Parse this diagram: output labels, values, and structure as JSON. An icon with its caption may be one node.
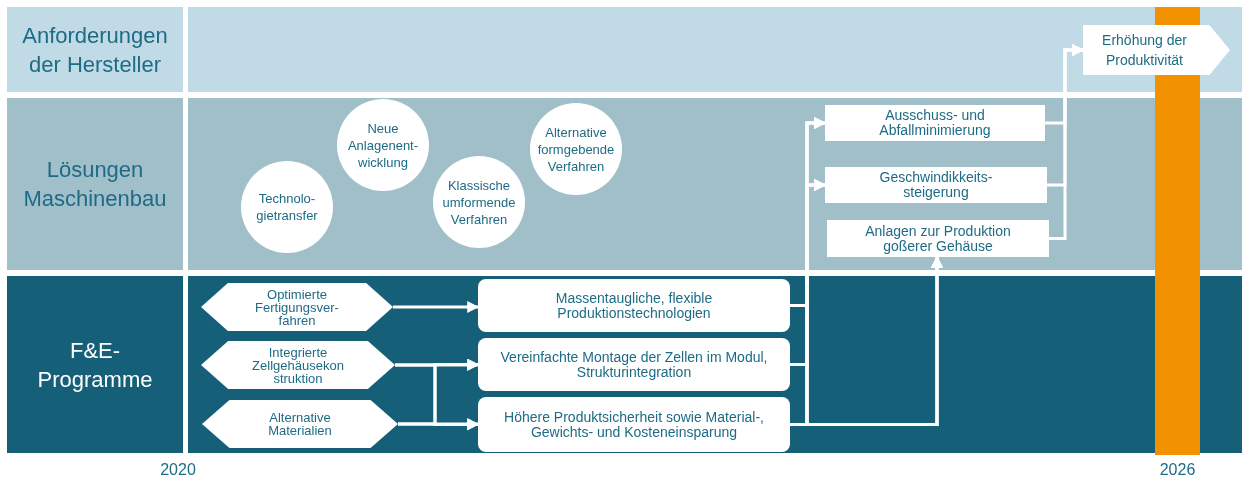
{
  "diagram": {
    "nodes": [
      {
        "text": [
          "Anforderungen der Hersteller"
        ]
      },
      {
        "text": [
          "Erhöhung der Produktivität"
        ],
        "in": 0
      },
      {
        "text": [
          "Lösungen Maschinenbau"
        ]
      },
      {
        "text": [
          "Technolo- gietransfer"
        ],
        "in": 2
      },
      {
        "text": [
          "Neue Anlagenent- wicklung"
        ],
        "in": 2
      },
      {
        "text": [
          "Klassische umformende Verfahren"
        ],
        "in": 2
      },
      {
        "text": [
          "Alternative formgebende Verfahren"
        ],
        "in": 2
      },
      {
        "text": [
          "Ausschuss- und Abfallminimierung"
        ],
        "in": 2
      },
      {
        "text": [
          "Geschwindikkeits- steigerung"
        ],
        "in": 2
      },
      {
        "text": [
          "Anlagen zur Produktion goßerer Gehäuse"
        ],
        "in": 2
      },
      {
        "text": [
          "F&E- Programme"
        ]
      },
      {
        "text": [
          "Optimierte Fertigungsver- fahren"
        ],
        "in": 10
      },
      {
        "text": [
          "Integrierte Zellgehäusekon struktion"
        ],
        "in": 10
      },
      {
        "text": [
          "Alternative Materialien"
        ],
        "in": 10
      },
      {
        "text": [
          "Massentaugliche, flexible Produktionstechnologien"
        ],
        "in": 10
      },
      {
        "text": [
          "Vereinfachte Montage der Zellen im Modul, Strukturintegration"
        ],
        "in": 10
      },
      {
        "text": [
          "Höhere Produktsicherheit sowie Material-, Gewichts- und Kosteneinsparung"
        ],
        "in": 10
      },
      {
        "text": [],
        "shape": "bar",
        "beside": [
          "2026"
        ]
      }
    ],
    "edges": [
      {
        "from": 11,
        "to": 14,
        "arrow": "to"
      },
      {
        "from": 12,
        "to": 15,
        "arrow": "to"
      },
      {
        "from": 12,
        "to": 16,
        "arrow": "to"
      },
      {
        "from": 13,
        "to": 15,
        "arrow": "to"
      },
      {
        "from": 13,
        "to": 16,
        "arrow": "to"
      },
      {
        "from": 14,
        "to": 7,
        "arrow": "to"
      },
      {
        "from": 14,
        "to": 8,
        "arrow": "to"
      },
      {
        "from": 14,
        "to": 9,
        "arrow": "to"
      },
      {
        "from": 15,
        "to": 7,
        "arrow": "to"
      },
      {
        "from": 15,
        "to": 8,
        "arrow": "to"
      },
      {
        "from": 15,
        "to": 9,
        "arrow": "to"
      },
      {
        "from": 16,
        "to": 7,
        "arrow": "to"
      },
      {
        "from": 16,
        "to": 8,
        "arrow": "to"
      },
      {
        "from": 16,
        "to": 9,
        "arrow": "to"
      },
      {
        "from": 7,
        "to": 1,
        "arrow": "to"
      },
      {
        "from": 8,
        "to": 1,
        "arrow": "to"
      },
      {
        "from": 9,
        "to": 1,
        "arrow": "to"
      }
    ],
    "labels": [
      "2020"
    ]
  }
}
